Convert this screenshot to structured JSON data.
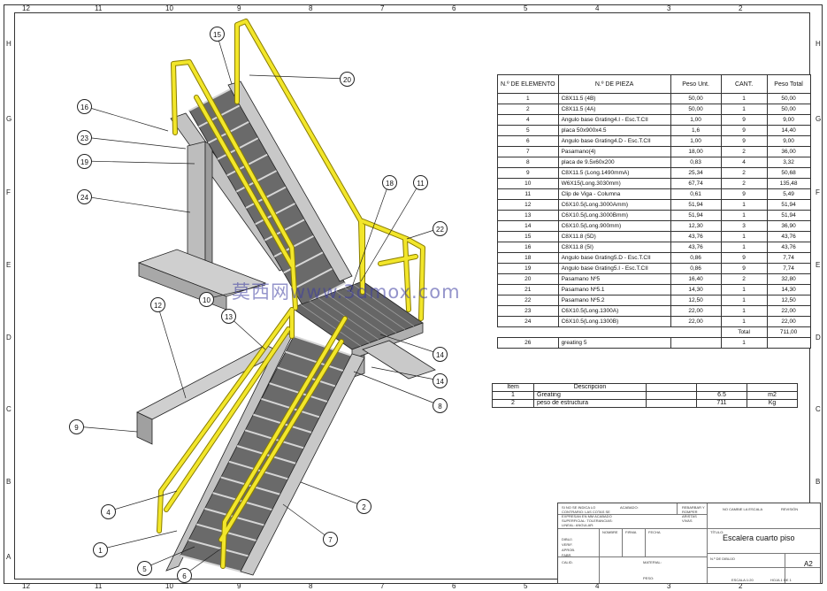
{
  "zones_top": [
    "12",
    "11",
    "10",
    "9",
    "8",
    "7",
    "6",
    "5",
    "4",
    "3",
    "2"
  ],
  "zones_bottom": [
    "12",
    "11",
    "10",
    "9",
    "8",
    "7",
    "6",
    "5",
    "4",
    "3",
    "2"
  ],
  "zones_left": [
    "H",
    "G",
    "F",
    "E",
    "D",
    "C",
    "B",
    "A"
  ],
  "zones_right": [
    "H",
    "G",
    "F",
    "E",
    "D",
    "C",
    "B",
    "A"
  ],
  "balloons": [
    "15",
    "20",
    "16",
    "23",
    "19",
    "24",
    "18",
    "11",
    "22",
    "10",
    "12",
    "13",
    "14",
    "14",
    "8",
    "9",
    "4",
    "2",
    "1",
    "7",
    "5",
    "6"
  ],
  "bom": {
    "headers": [
      "N.º DE ELEMENTO",
      "N.º DE PIEZA",
      "Peso Unt.",
      "CANT.",
      "Peso Total"
    ],
    "rows": [
      [
        "1",
        "C8X11.5 (4B)",
        "50,00",
        "1",
        "50,00"
      ],
      [
        "2",
        "C8X11.5 (4A)",
        "50,00",
        "1",
        "50,00"
      ],
      [
        "4",
        "Angulo base Grating4.I - Esc.T.CII",
        "1,00",
        "9",
        "9,00"
      ],
      [
        "5",
        "placa 50x900x4.5",
        "1,6",
        "9",
        "14,40"
      ],
      [
        "6",
        "Angulo base Grating4.D - Esc.T.CII",
        "1,00",
        "9",
        "9,00"
      ],
      [
        "7",
        "Pasamano(4)",
        "18,00",
        "2",
        "36,00"
      ],
      [
        "8",
        "placa de 9.5x60x200",
        "0,83",
        "4",
        "3,32"
      ],
      [
        "9",
        "C8X11.5 (Long.1490mmA)",
        "25,34",
        "2",
        "50,68"
      ],
      [
        "10",
        "W6X15(Long.3030mm)",
        "67,74",
        "2",
        "135,48"
      ],
      [
        "11",
        "Clip de Viga - Columna",
        "0,61",
        "9",
        "5,49"
      ],
      [
        "12",
        "C6X10.5(Long.3000Amm)",
        "51,94",
        "1",
        "51,94"
      ],
      [
        "13",
        "C6X10.5(Long.3000Bmm)",
        "51,94",
        "1",
        "51,94"
      ],
      [
        "14",
        "C6X10.5(Long.900mm)",
        "12,30",
        "3",
        "36,90"
      ],
      [
        "15",
        "C8X11.8 (5D)",
        "43,76",
        "1",
        "43,76"
      ],
      [
        "16",
        "C8X11.8 (5I)",
        "43,76",
        "1",
        "43,76"
      ],
      [
        "18",
        "Angulo base Grating5.D - Esc.T.CII",
        "0,86",
        "9",
        "7,74"
      ],
      [
        "19",
        "Angulo base Grating5.I - Esc.T.CII",
        "0,86",
        "9",
        "7,74"
      ],
      [
        "20",
        "Pasamano Nº5",
        "16,40",
        "2",
        "32,80"
      ],
      [
        "21",
        "Pasamano Nº5.1",
        "14,30",
        "1",
        "14,30"
      ],
      [
        "22",
        "Pasamano Nº5.2",
        "12,50",
        "1",
        "12,50"
      ],
      [
        "23",
        "C6X10.5(Long.1300A)",
        "22,00",
        "1",
        "22,00"
      ],
      [
        "24",
        "C6X10.5(Long.1300B)",
        "22,00",
        "1",
        "22,00"
      ]
    ],
    "total_label": "Total",
    "total_value": "711,00",
    "extra_row": [
      "26",
      "greating 5",
      "",
      "1",
      ""
    ]
  },
  "materials": {
    "headers": [
      "Item",
      "Descripcion",
      "",
      "",
      ""
    ],
    "rows": [
      [
        "1",
        "Greating",
        "",
        "6.5",
        "m2"
      ],
      [
        "2",
        "peso de estructura",
        "",
        "711",
        "Kg"
      ]
    ]
  },
  "title_block": {
    "title": "Escalera cuarto piso",
    "size": "A2",
    "cols": [
      "NOMBRE",
      "FIRMA",
      "FECHA"
    ],
    "rows": [
      "DIBUJ.",
      "VERIF.",
      "APROB.",
      "FABR.",
      "CALID."
    ],
    "material_label": "MATERIAL:",
    "peso_label": "PESO:",
    "escala_label": "ESCALA:1:20",
    "hoja_label": "HOJA 1 DE 1",
    "titulo_label": "TÍTULO:",
    "no_cambie": "NO CAMBIE LA ESCALA",
    "revision": "REVISIÓN",
    "no_dibujo": "N.º DE DIBUJO",
    "acabado": "ACABADO:",
    "notes": "SI NO SE INDICA LO CONTRARIO: LAS COTAS SE EXPRESAN EN MM ACABADO SUPERFICIAL: TOLERANCIAS: LINEAL: ANGULAR:",
    "rebabas": "REBARBAR Y ROMPER ARISTAS VIVAS"
  },
  "watermark": "莫西网www.3dmox.com",
  "colors": {
    "rail": "#f2e62a",
    "rail_stroke": "#8a7d00",
    "steel": "#b9b9b9",
    "grating": "#5f5f5f",
    "line": "#222222"
  }
}
